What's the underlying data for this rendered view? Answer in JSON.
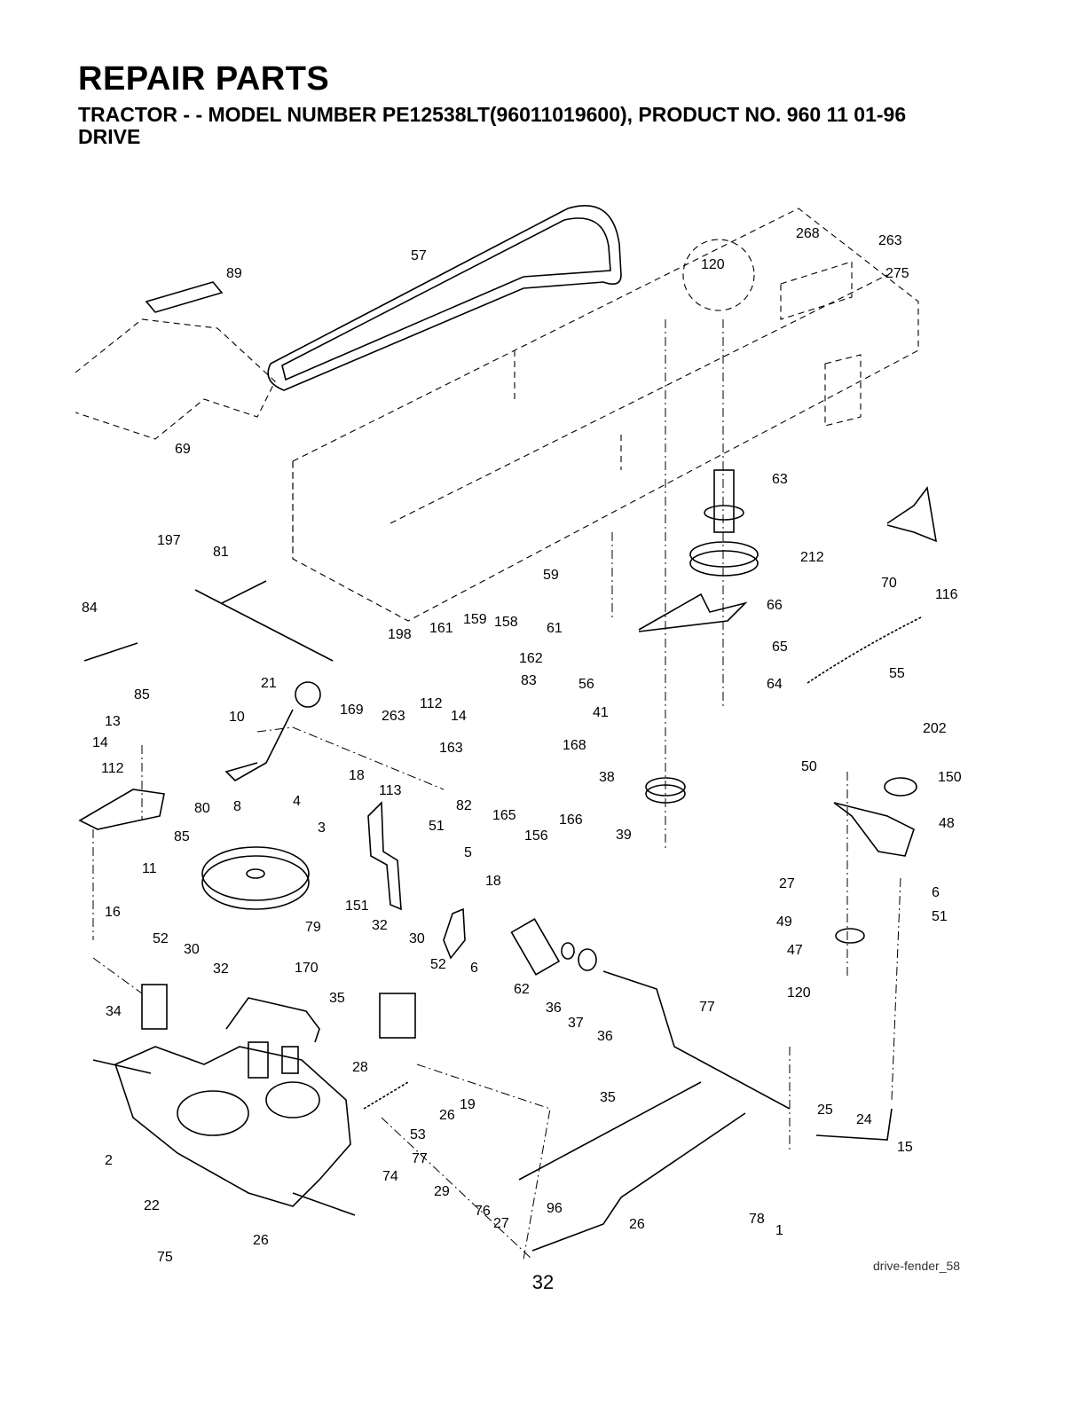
{
  "header": {
    "title": "REPAIR PARTS",
    "subtitle": "TRACTOR - - MODEL NUMBER PE12538LT(96011019600), PRODUCT NO. 960 11 01-96",
    "section": "DRIVE"
  },
  "diagram": {
    "reference": "drive-fender_58",
    "callouts": [
      "57",
      "89",
      "120",
      "268",
      "263",
      "275",
      "69",
      "63",
      "212",
      "70",
      "116",
      "197",
      "81",
      "59",
      "84",
      "61",
      "66",
      "198",
      "161",
      "159",
      "158",
      "162",
      "65",
      "55",
      "21",
      "169",
      "263",
      "56",
      "64",
      "85",
      "112",
      "14",
      "83",
      "41",
      "10",
      "163",
      "168",
      "13",
      "14",
      "202",
      "112",
      "82",
      "165",
      "166",
      "156",
      "18",
      "113",
      "38",
      "50",
      "150",
      "80",
      "8",
      "4",
      "51",
      "39",
      "48",
      "85",
      "3",
      "5",
      "18",
      "27",
      "11",
      "151",
      "6",
      "16",
      "79",
      "32",
      "30",
      "51",
      "52",
      "30",
      "32",
      "170",
      "52",
      "49",
      "62",
      "47",
      "120",
      "6",
      "35",
      "36",
      "37",
      "77",
      "34",
      "36",
      "25",
      "28",
      "35",
      "24",
      "19",
      "26",
      "53",
      "15",
      "2",
      "77",
      "74",
      "29",
      "96",
      "22",
      "26",
      "78",
      "76",
      "27",
      "1",
      "26",
      "75"
    ]
  },
  "footer": {
    "page_number": "32"
  }
}
